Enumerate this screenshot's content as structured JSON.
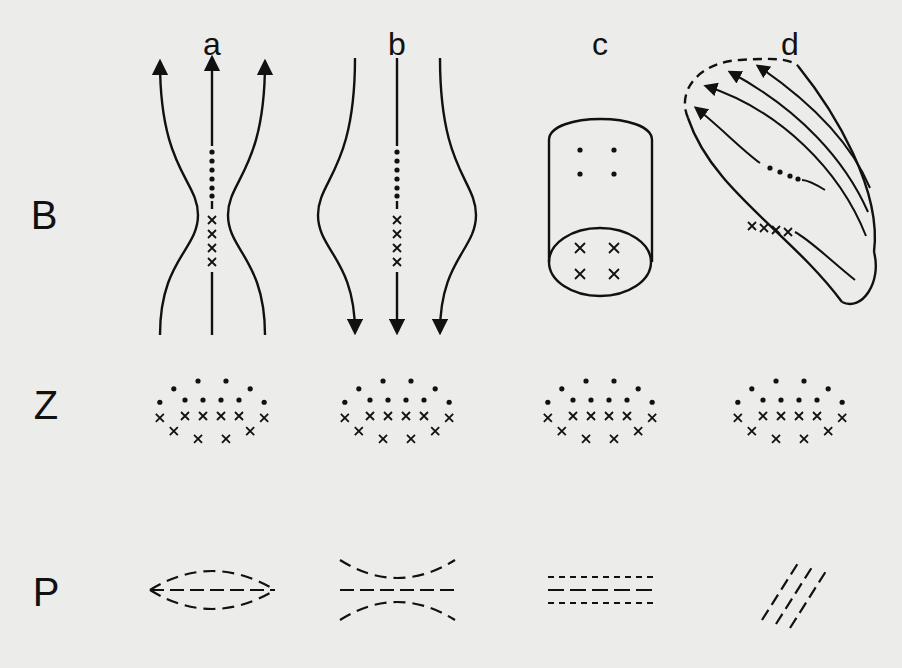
{
  "diagram": {
    "labels": [
      "a",
      "b",
      "c",
      "d",
      "B",
      "Z",
      "P"
    ]
  }
}
